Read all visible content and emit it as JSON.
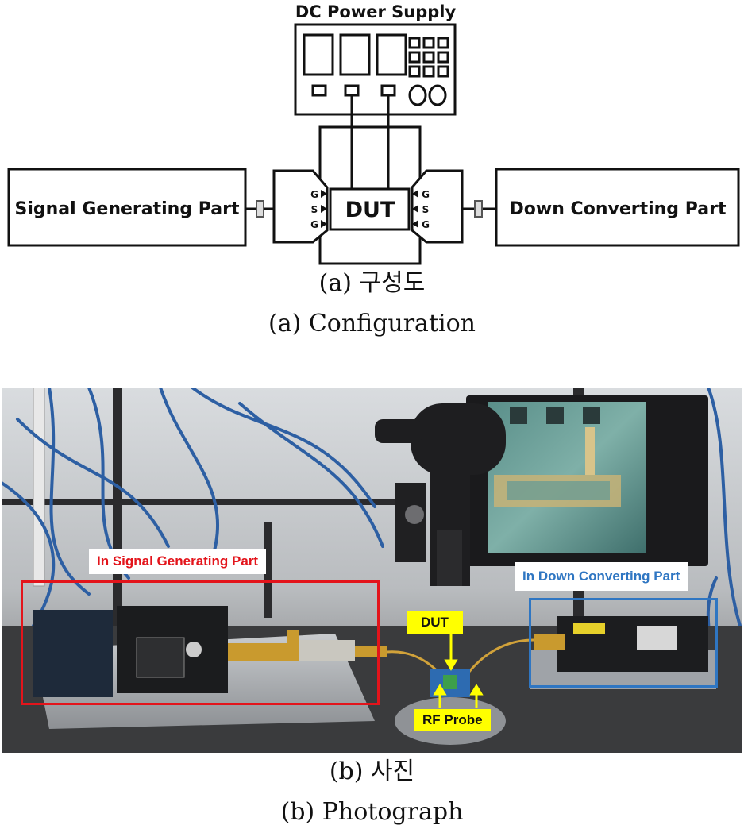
{
  "diagram": {
    "dc_supply_label": "DC Power Supply",
    "signal_generating_label": "Signal Generating Part",
    "dut_label": "DUT",
    "down_converting_label": "Down Converting Part",
    "probe_left_pins": [
      "G",
      "S",
      "G"
    ],
    "probe_right_pins": [
      "G",
      "S",
      "G"
    ]
  },
  "captions": {
    "a_korean": "(a)  구성도",
    "a_english": "(a)  Configuration",
    "b_korean": "(b)  사진",
    "b_english": "(b)  Photograph"
  },
  "photo": {
    "label_signal_generating": "In Signal Generating Part",
    "label_down_converting": "In Down Converting Part",
    "label_dut": "DUT",
    "label_rf_probe": "RF Probe",
    "colors": {
      "signal_box": "#e3141b",
      "down_box": "#2f76c2",
      "highlight": "#ffff00"
    }
  }
}
